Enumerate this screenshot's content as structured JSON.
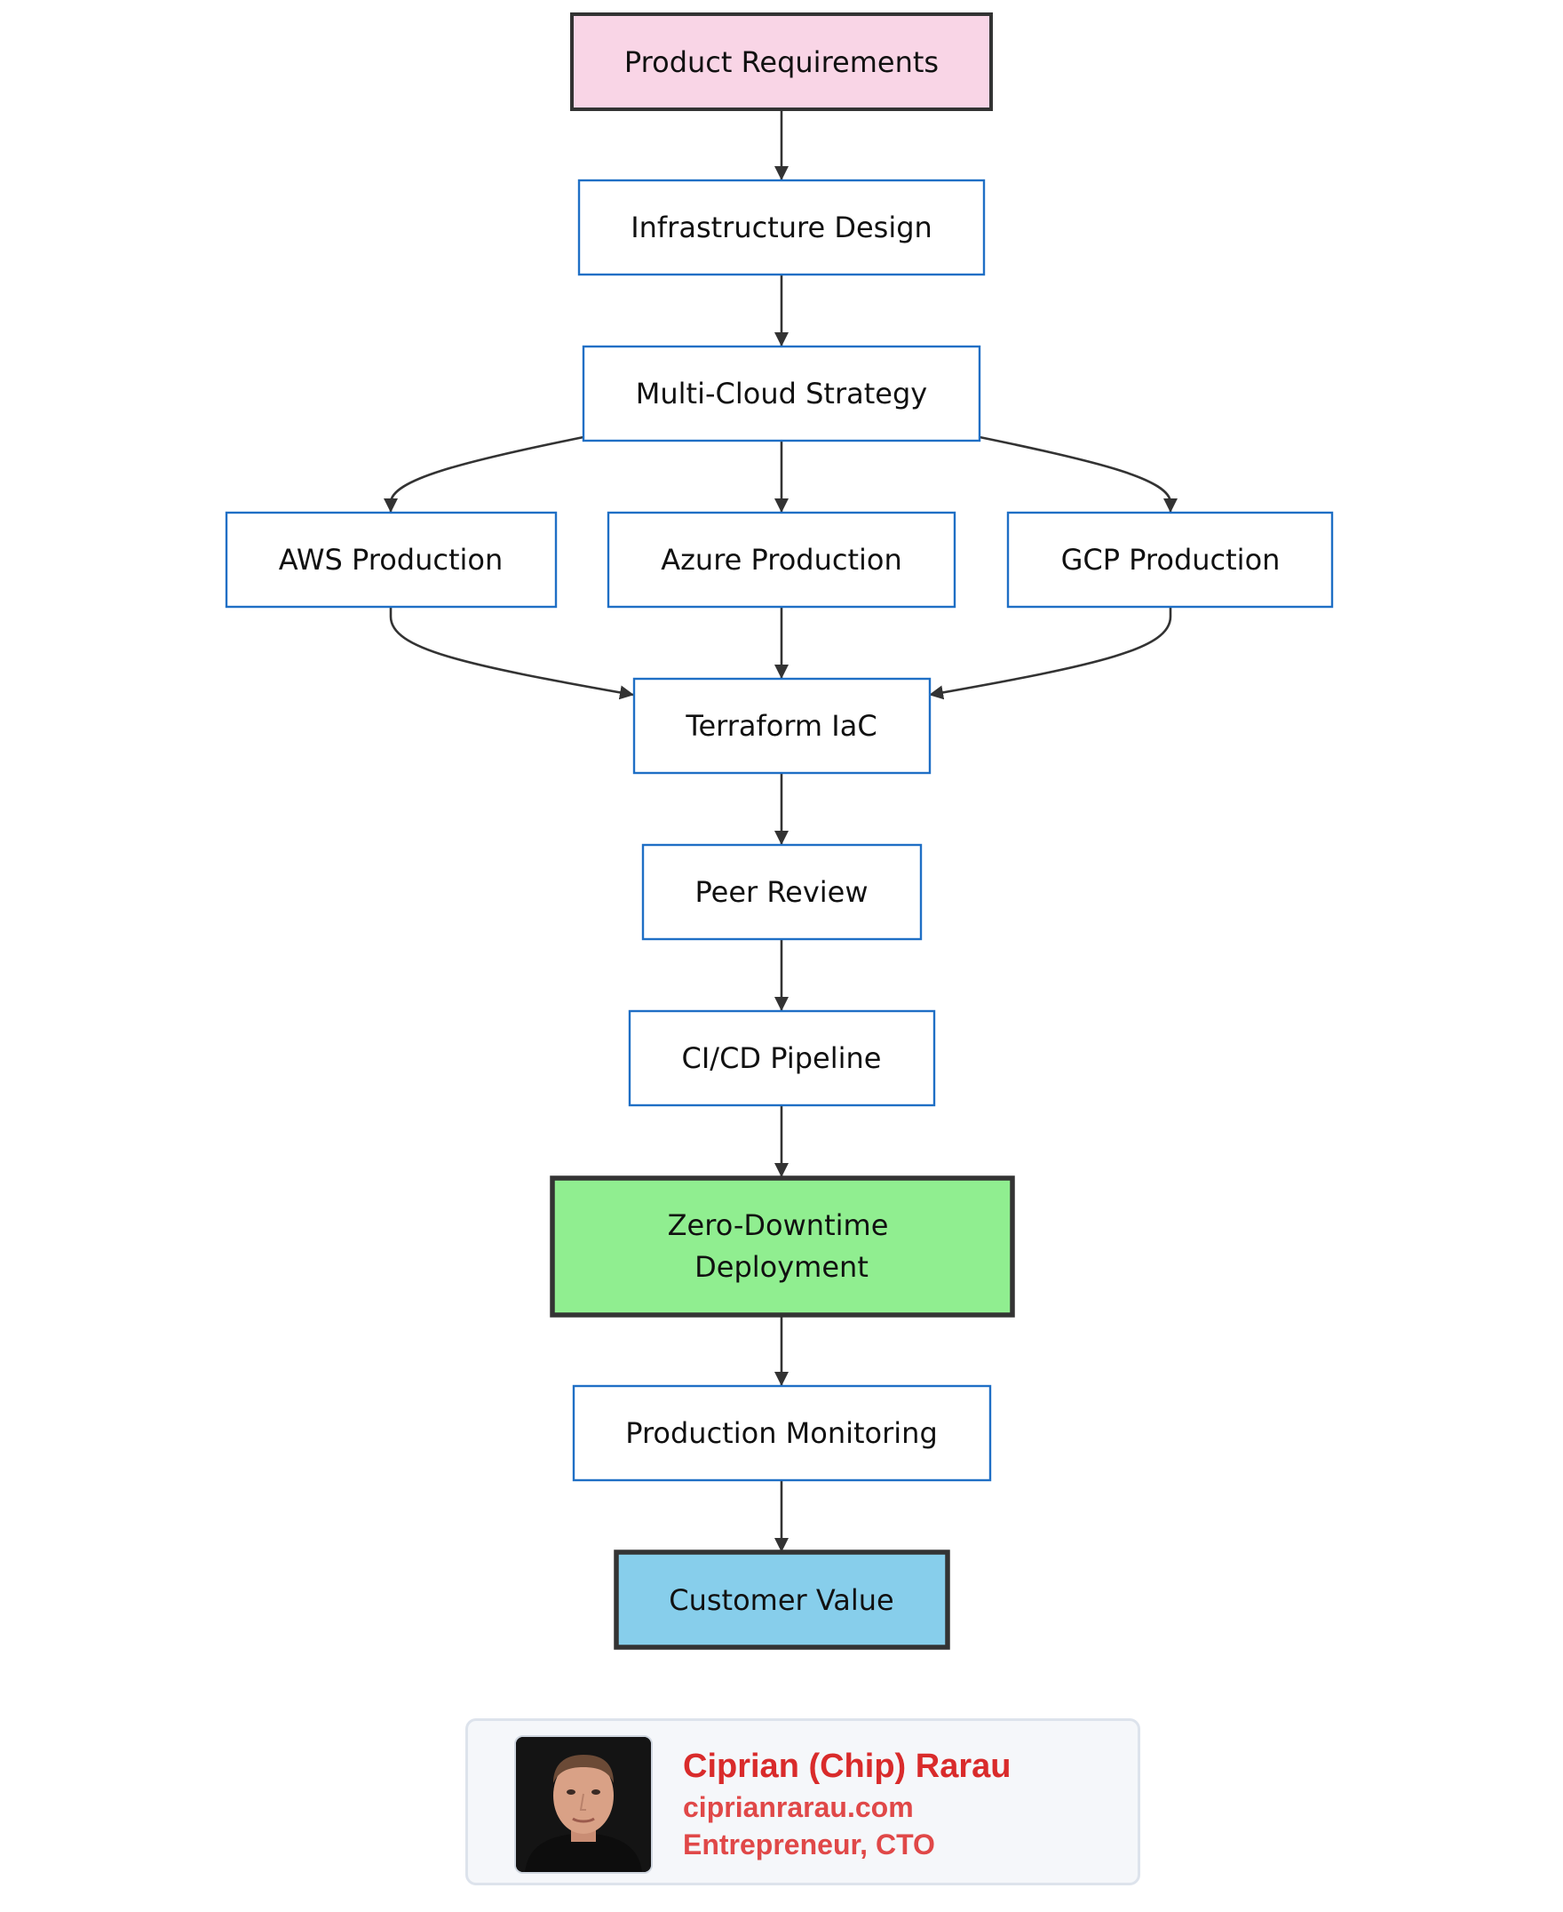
{
  "diagram": {
    "nodes": {
      "product_requirements": "Product Requirements",
      "infrastructure_design": "Infrastructure Design",
      "multi_cloud_strategy": "Multi-Cloud Strategy",
      "aws_production": "AWS Production",
      "azure_production": "Azure Production",
      "gcp_production": "GCP Production",
      "terraform_iac": "Terraform IaC",
      "peer_review": "Peer Review",
      "ci_cd_pipeline": "CI/CD Pipeline",
      "zero_downtime_line1": "Zero-Downtime",
      "zero_downtime_line2": "Deployment",
      "production_monitoring": "Production Monitoring",
      "customer_value": "Customer Value"
    },
    "edges": [
      [
        "Product Requirements",
        "Infrastructure Design"
      ],
      [
        "Infrastructure Design",
        "Multi-Cloud Strategy"
      ],
      [
        "Multi-Cloud Strategy",
        "AWS Production"
      ],
      [
        "Multi-Cloud Strategy",
        "Azure Production"
      ],
      [
        "Multi-Cloud Strategy",
        "GCP Production"
      ],
      [
        "AWS Production",
        "Terraform IaC"
      ],
      [
        "Azure Production",
        "Terraform IaC"
      ],
      [
        "GCP Production",
        "Terraform IaC"
      ],
      [
        "Terraform IaC",
        "Peer Review"
      ],
      [
        "Peer Review",
        "CI/CD Pipeline"
      ],
      [
        "CI/CD Pipeline",
        "Zero-Downtime Deployment"
      ],
      [
        "Zero-Downtime Deployment",
        "Production Monitoring"
      ],
      [
        "Production Monitoring",
        "Customer Value"
      ]
    ],
    "colors": {
      "product_requirements_fill": "#f9d5e6",
      "zero_downtime_fill": "#90ee90",
      "customer_value_fill": "#87ceeb",
      "node_border": "#1f6fc5",
      "heavy_border": "#333333",
      "edge": "#333333"
    }
  },
  "author_card": {
    "name": "Ciprian (Chip) Rarau",
    "website": "ciprianrarau.com",
    "role": "Entrepreneur, CTO",
    "avatar": "portrait-photo"
  }
}
